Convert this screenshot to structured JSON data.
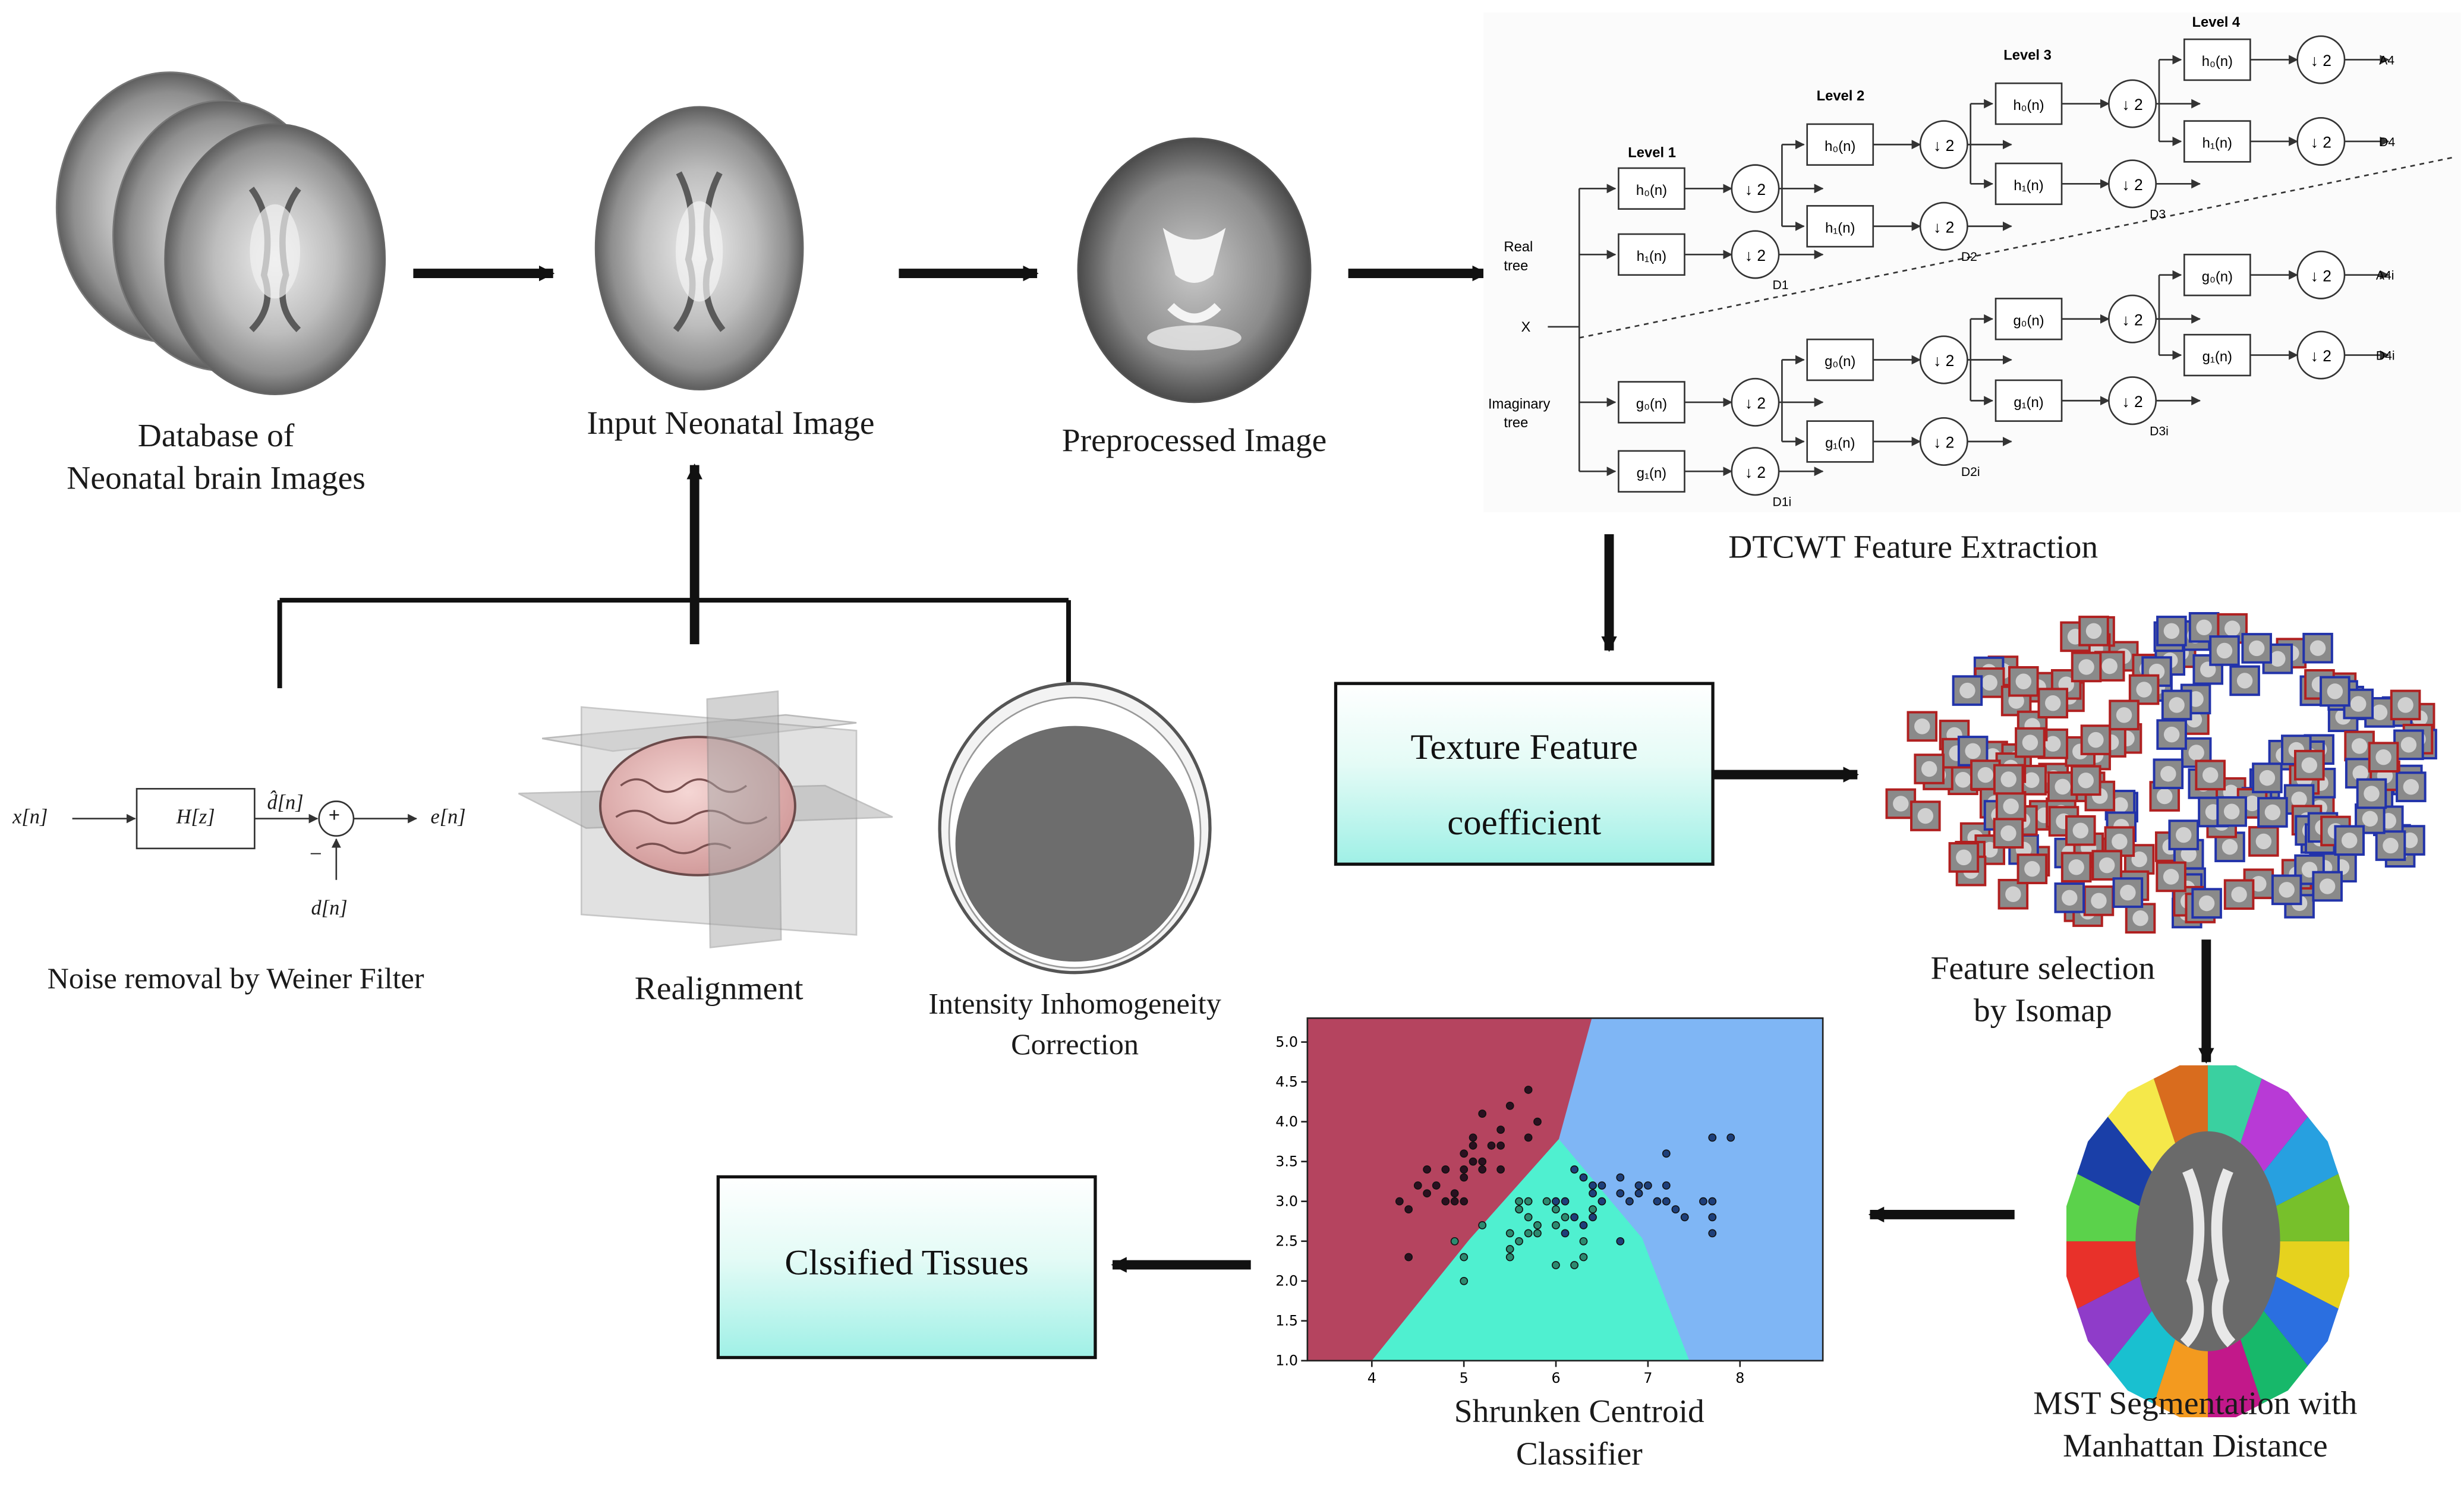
{
  "captions": {
    "database": [
      "Database of",
      "Neonatal brain Images"
    ],
    "input": "Input Neonatal Image",
    "preprocessed": "Preprocessed Image",
    "dtcwt": "DTCWT Feature Extraction",
    "noise": "Noise removal by Weiner Filter",
    "realignment": "Realignment",
    "intensity": [
      "Intensity Inhomogeneity",
      "Correction"
    ],
    "feature_selection": [
      "Feature selection",
      "by Isomap"
    ],
    "mst": [
      "MST Segmentation with",
      "Manhattan Distance"
    ],
    "shrunken": [
      "Shrunken Centroid",
      "Classifier"
    ]
  },
  "boxes": {
    "texture": [
      "Texture Feature",
      "coefficient"
    ],
    "classified": "Clssified Tissues"
  },
  "filter": {
    "input": "x[n]",
    "block": "H[z]",
    "estimate": "d̂[n]",
    "sum": "+",
    "minus": "−",
    "desired": "d[n]",
    "error": "e[n]"
  },
  "dtcwt_tree": {
    "real_tree": [
      "Real",
      "tree"
    ],
    "imag_tree": [
      "Imaginary",
      "tree"
    ],
    "x": "X",
    "levels": [
      "Level 1",
      "Level 2",
      "Level 3",
      "Level 4"
    ],
    "real_filters": {
      "h0": "h₀(n)",
      "h1": "h₁(n)"
    },
    "imag_filters": {
      "g0": "g₀(n)",
      "g1": "g₁(n)"
    },
    "downsample": "↓ 2",
    "real_outputs": [
      "D1",
      "D2",
      "D3",
      "D4",
      "A4"
    ],
    "imag_outputs": [
      "D1i",
      "D2i",
      "D3i",
      "D4i",
      "A4i"
    ]
  },
  "chart_data": {
    "type": "scatter",
    "xlim": [
      3.3,
      8.9
    ],
    "ylim": [
      1.0,
      5.3
    ],
    "xticks": [
      "4",
      "5",
      "6",
      "7",
      "8"
    ],
    "yticks": [
      "1.0",
      "1.5",
      "2.0",
      "2.5",
      "3.0",
      "3.5",
      "4.0",
      "4.5",
      "5.0"
    ],
    "regions": {
      "class_a": "#b5445f",
      "class_b": "#4ff0d0",
      "class_c": "#7fb6f5"
    },
    "series": [
      {
        "color": "#2a1020",
        "points": [
          [
            4.3,
            3.0
          ],
          [
            4.4,
            2.9
          ],
          [
            4.5,
            3.2
          ],
          [
            4.6,
            3.1
          ],
          [
            4.6,
            3.4
          ],
          [
            4.7,
            3.2
          ],
          [
            4.8,
            3.0
          ],
          [
            4.8,
            3.4
          ],
          [
            4.9,
            3.1
          ],
          [
            5.0,
            3.6
          ],
          [
            5.0,
            3.4
          ],
          [
            5.0,
            3.3
          ],
          [
            5.1,
            3.5
          ],
          [
            5.1,
            3.8
          ],
          [
            5.1,
            3.7
          ],
          [
            5.2,
            3.4
          ],
          [
            5.2,
            4.1
          ],
          [
            5.3,
            3.7
          ],
          [
            5.4,
            3.9
          ],
          [
            5.4,
            3.4
          ],
          [
            5.5,
            4.2
          ],
          [
            5.7,
            4.4
          ],
          [
            5.7,
            3.8
          ],
          [
            5.8,
            4.0
          ],
          [
            4.4,
            2.3
          ],
          [
            5.0,
            3.0
          ],
          [
            4.9,
            3.0
          ],
          [
            5.2,
            3.5
          ],
          [
            5.4,
            3.7
          ]
        ]
      },
      {
        "color": "#2c8a70",
        "points": [
          [
            4.9,
            2.5
          ],
          [
            5.0,
            2.3
          ],
          [
            5.0,
            2.0
          ],
          [
            5.2,
            2.7
          ],
          [
            5.5,
            2.4
          ],
          [
            5.5,
            2.6
          ],
          [
            5.6,
            2.5
          ],
          [
            5.6,
            2.9
          ],
          [
            5.7,
            2.6
          ],
          [
            5.7,
            2.8
          ],
          [
            5.8,
            2.7
          ],
          [
            5.8,
            2.6
          ],
          [
            5.9,
            3.0
          ],
          [
            6.0,
            2.2
          ],
          [
            6.0,
            2.9
          ],
          [
            6.1,
            2.8
          ],
          [
            6.2,
            2.2
          ],
          [
            6.3,
            2.3
          ],
          [
            6.3,
            2.5
          ],
          [
            6.4,
            2.9
          ],
          [
            5.6,
            3.0
          ],
          [
            5.5,
            2.3
          ],
          [
            5.7,
            3.0
          ],
          [
            6.0,
            2.7
          ]
        ]
      },
      {
        "color": "#1e3f7a",
        "points": [
          [
            6.0,
            3.0
          ],
          [
            6.1,
            3.0
          ],
          [
            6.2,
            2.8
          ],
          [
            6.3,
            3.3
          ],
          [
            6.3,
            2.7
          ],
          [
            6.4,
            3.2
          ],
          [
            6.4,
            2.8
          ],
          [
            6.5,
            3.0
          ],
          [
            6.5,
            3.2
          ],
          [
            6.7,
            3.1
          ],
          [
            6.7,
            3.3
          ],
          [
            6.7,
            2.5
          ],
          [
            6.8,
            3.0
          ],
          [
            6.9,
            3.1
          ],
          [
            7.0,
            3.2
          ],
          [
            7.1,
            3.0
          ],
          [
            7.2,
            3.6
          ],
          [
            7.2,
            3.2
          ],
          [
            7.2,
            3.0
          ],
          [
            7.3,
            2.9
          ],
          [
            7.4,
            2.8
          ],
          [
            7.6,
            3.0
          ],
          [
            7.7,
            3.8
          ],
          [
            7.7,
            2.6
          ],
          [
            7.7,
            2.8
          ],
          [
            7.7,
            3.0
          ],
          [
            7.9,
            3.8
          ],
          [
            6.2,
            3.4
          ],
          [
            6.9,
            3.2
          ],
          [
            6.4,
            3.1
          ],
          [
            6.1,
            2.6
          ]
        ]
      }
    ]
  }
}
